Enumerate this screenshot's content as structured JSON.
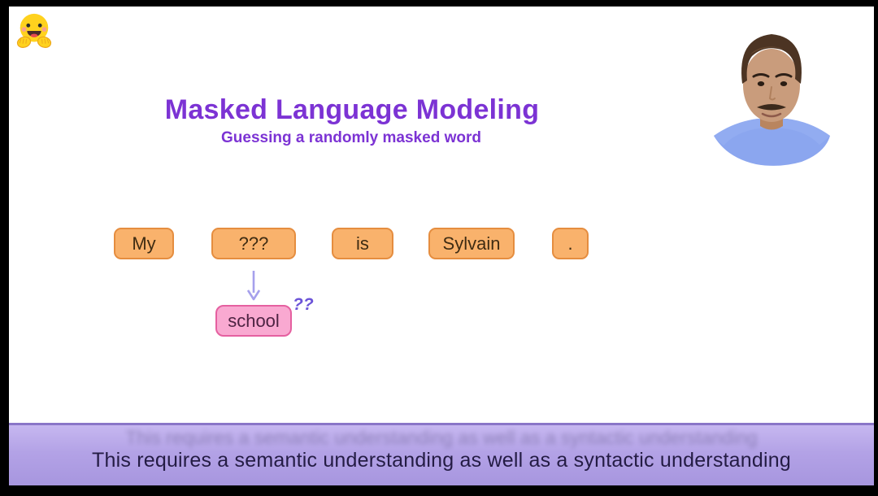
{
  "slide": {
    "logo": "hugging-face-emoji",
    "title": "Masked Language Modeling",
    "subtitle": "Guessing a randomly masked word",
    "tokens": [
      "My",
      "???",
      "is",
      "Sylvain",
      "."
    ],
    "prediction": {
      "word": "school",
      "uncertainty_marker": "??"
    },
    "caption": "This requires a semantic understanding as well as a syntactic understanding"
  },
  "icons": {
    "logo": "hugging-face-emoji",
    "arrow": "down-arrow",
    "presenter": "presenter-headshot"
  },
  "colors": {
    "title_purple": "#7c33d4",
    "token_fill": "#f9b26c",
    "token_border": "#e58d3f",
    "prediction_fill": "#f9a9d1",
    "prediction_border": "#e560a0",
    "arrow_purple": "#a6a0ec",
    "caption_background": "#b3a2e6",
    "caption_text": "#241c44",
    "shirt_blue": "#8ba6ef"
  }
}
